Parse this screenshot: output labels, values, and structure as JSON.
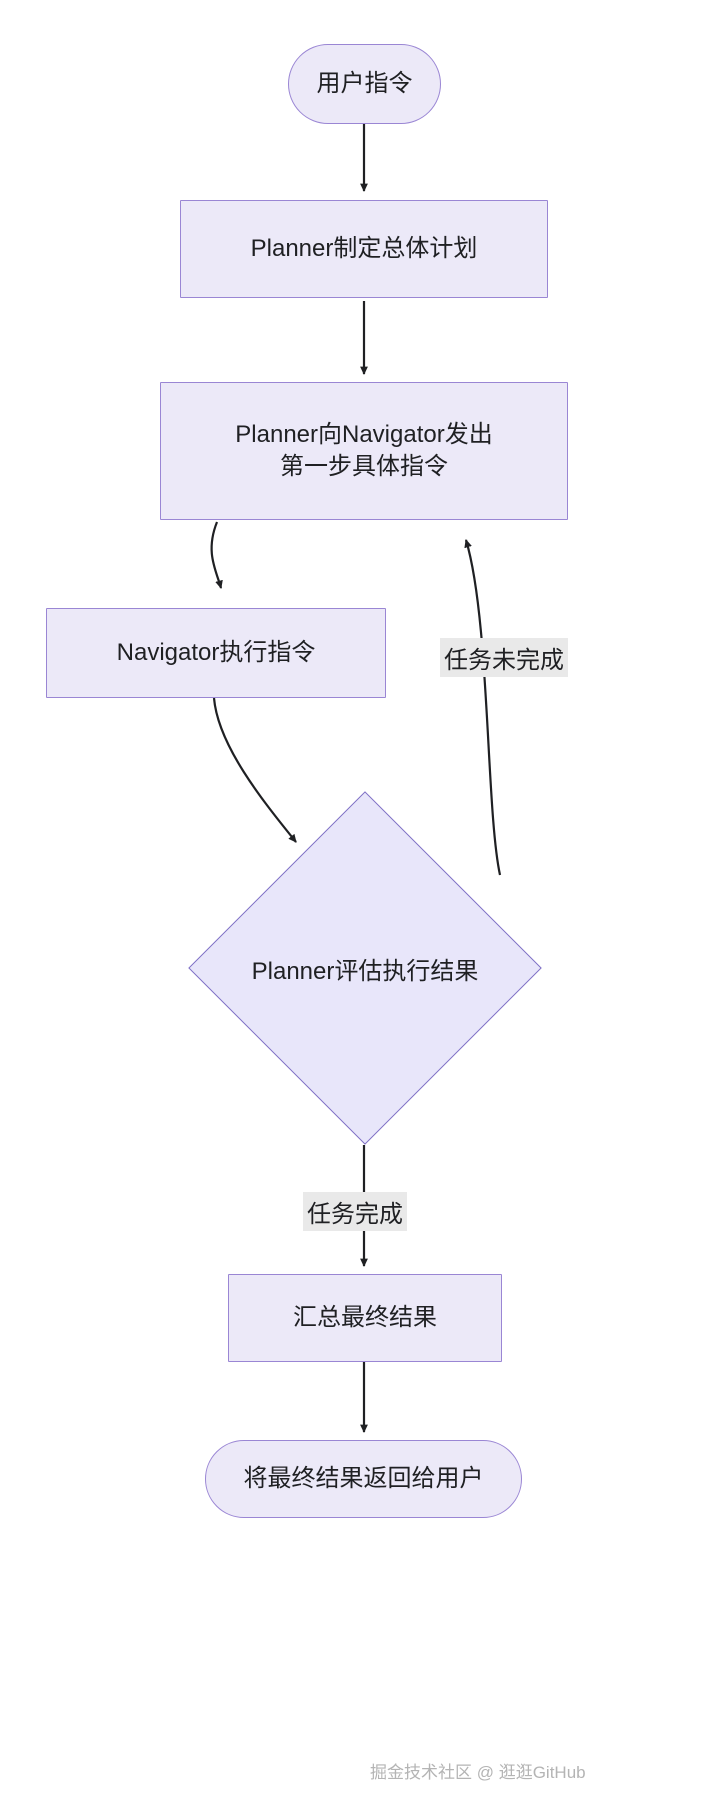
{
  "diagram": {
    "title_text": "",
    "type": "flowchart",
    "direction": "top-to-bottom",
    "theme": {
      "node_fill": "#ece9f8",
      "node_stroke": "#9a86d4",
      "decision_fill": "#e8e6fa",
      "decision_stroke": "#7e6fc4",
      "edge_color": "#1f2023",
      "edge_label_bg": "#e9e9e9",
      "text_color": "#1f2023",
      "background": "#ffffff"
    },
    "nodes": [
      {
        "id": "user-instruction",
        "label": "用户指令",
        "shape": "stadium",
        "font_size": 24
      },
      {
        "id": "planner-overall-plan",
        "label": "Planner制定总体计划",
        "shape": "rect",
        "font_size": 24
      },
      {
        "id": "planner-first-step",
        "label": "Planner向Navigator发出\n第一步具体指令",
        "shape": "rect",
        "font_size": 24
      },
      {
        "id": "navigator-execute",
        "label": "Navigator执行指令",
        "shape": "rect",
        "font_size": 24
      },
      {
        "id": "planner-evaluate",
        "label": "Planner评估执行结果",
        "shape": "diamond",
        "font_size": 24
      },
      {
        "id": "summarize-final-result",
        "label": "汇总最终结果",
        "shape": "rect",
        "font_size": 24
      },
      {
        "id": "return-to-user",
        "label": "将最终结果返回给用户",
        "shape": "stadium",
        "font_size": 24
      }
    ],
    "edges": [
      {
        "id": "e1",
        "from": "user-instruction",
        "to": "planner-overall-plan",
        "label": ""
      },
      {
        "id": "e2",
        "from": "planner-overall-plan",
        "to": "planner-first-step",
        "label": ""
      },
      {
        "id": "e3",
        "from": "planner-first-step",
        "to": "navigator-execute",
        "label": ""
      },
      {
        "id": "e4",
        "from": "navigator-execute",
        "to": "planner-evaluate",
        "label": ""
      },
      {
        "id": "e5",
        "from": "planner-evaluate",
        "to": "planner-first-step",
        "label": "任务未完成"
      },
      {
        "id": "e6",
        "from": "planner-evaluate",
        "to": "summarize-final-result",
        "label": "任务完成"
      },
      {
        "id": "e7",
        "from": "summarize-final-result",
        "to": "return-to-user",
        "label": ""
      }
    ],
    "edge_labels": {
      "task_incomplete": "任务未完成",
      "task_complete": "任务完成"
    },
    "watermark": "掘金技术社区 @ 逛逛GitHub"
  }
}
